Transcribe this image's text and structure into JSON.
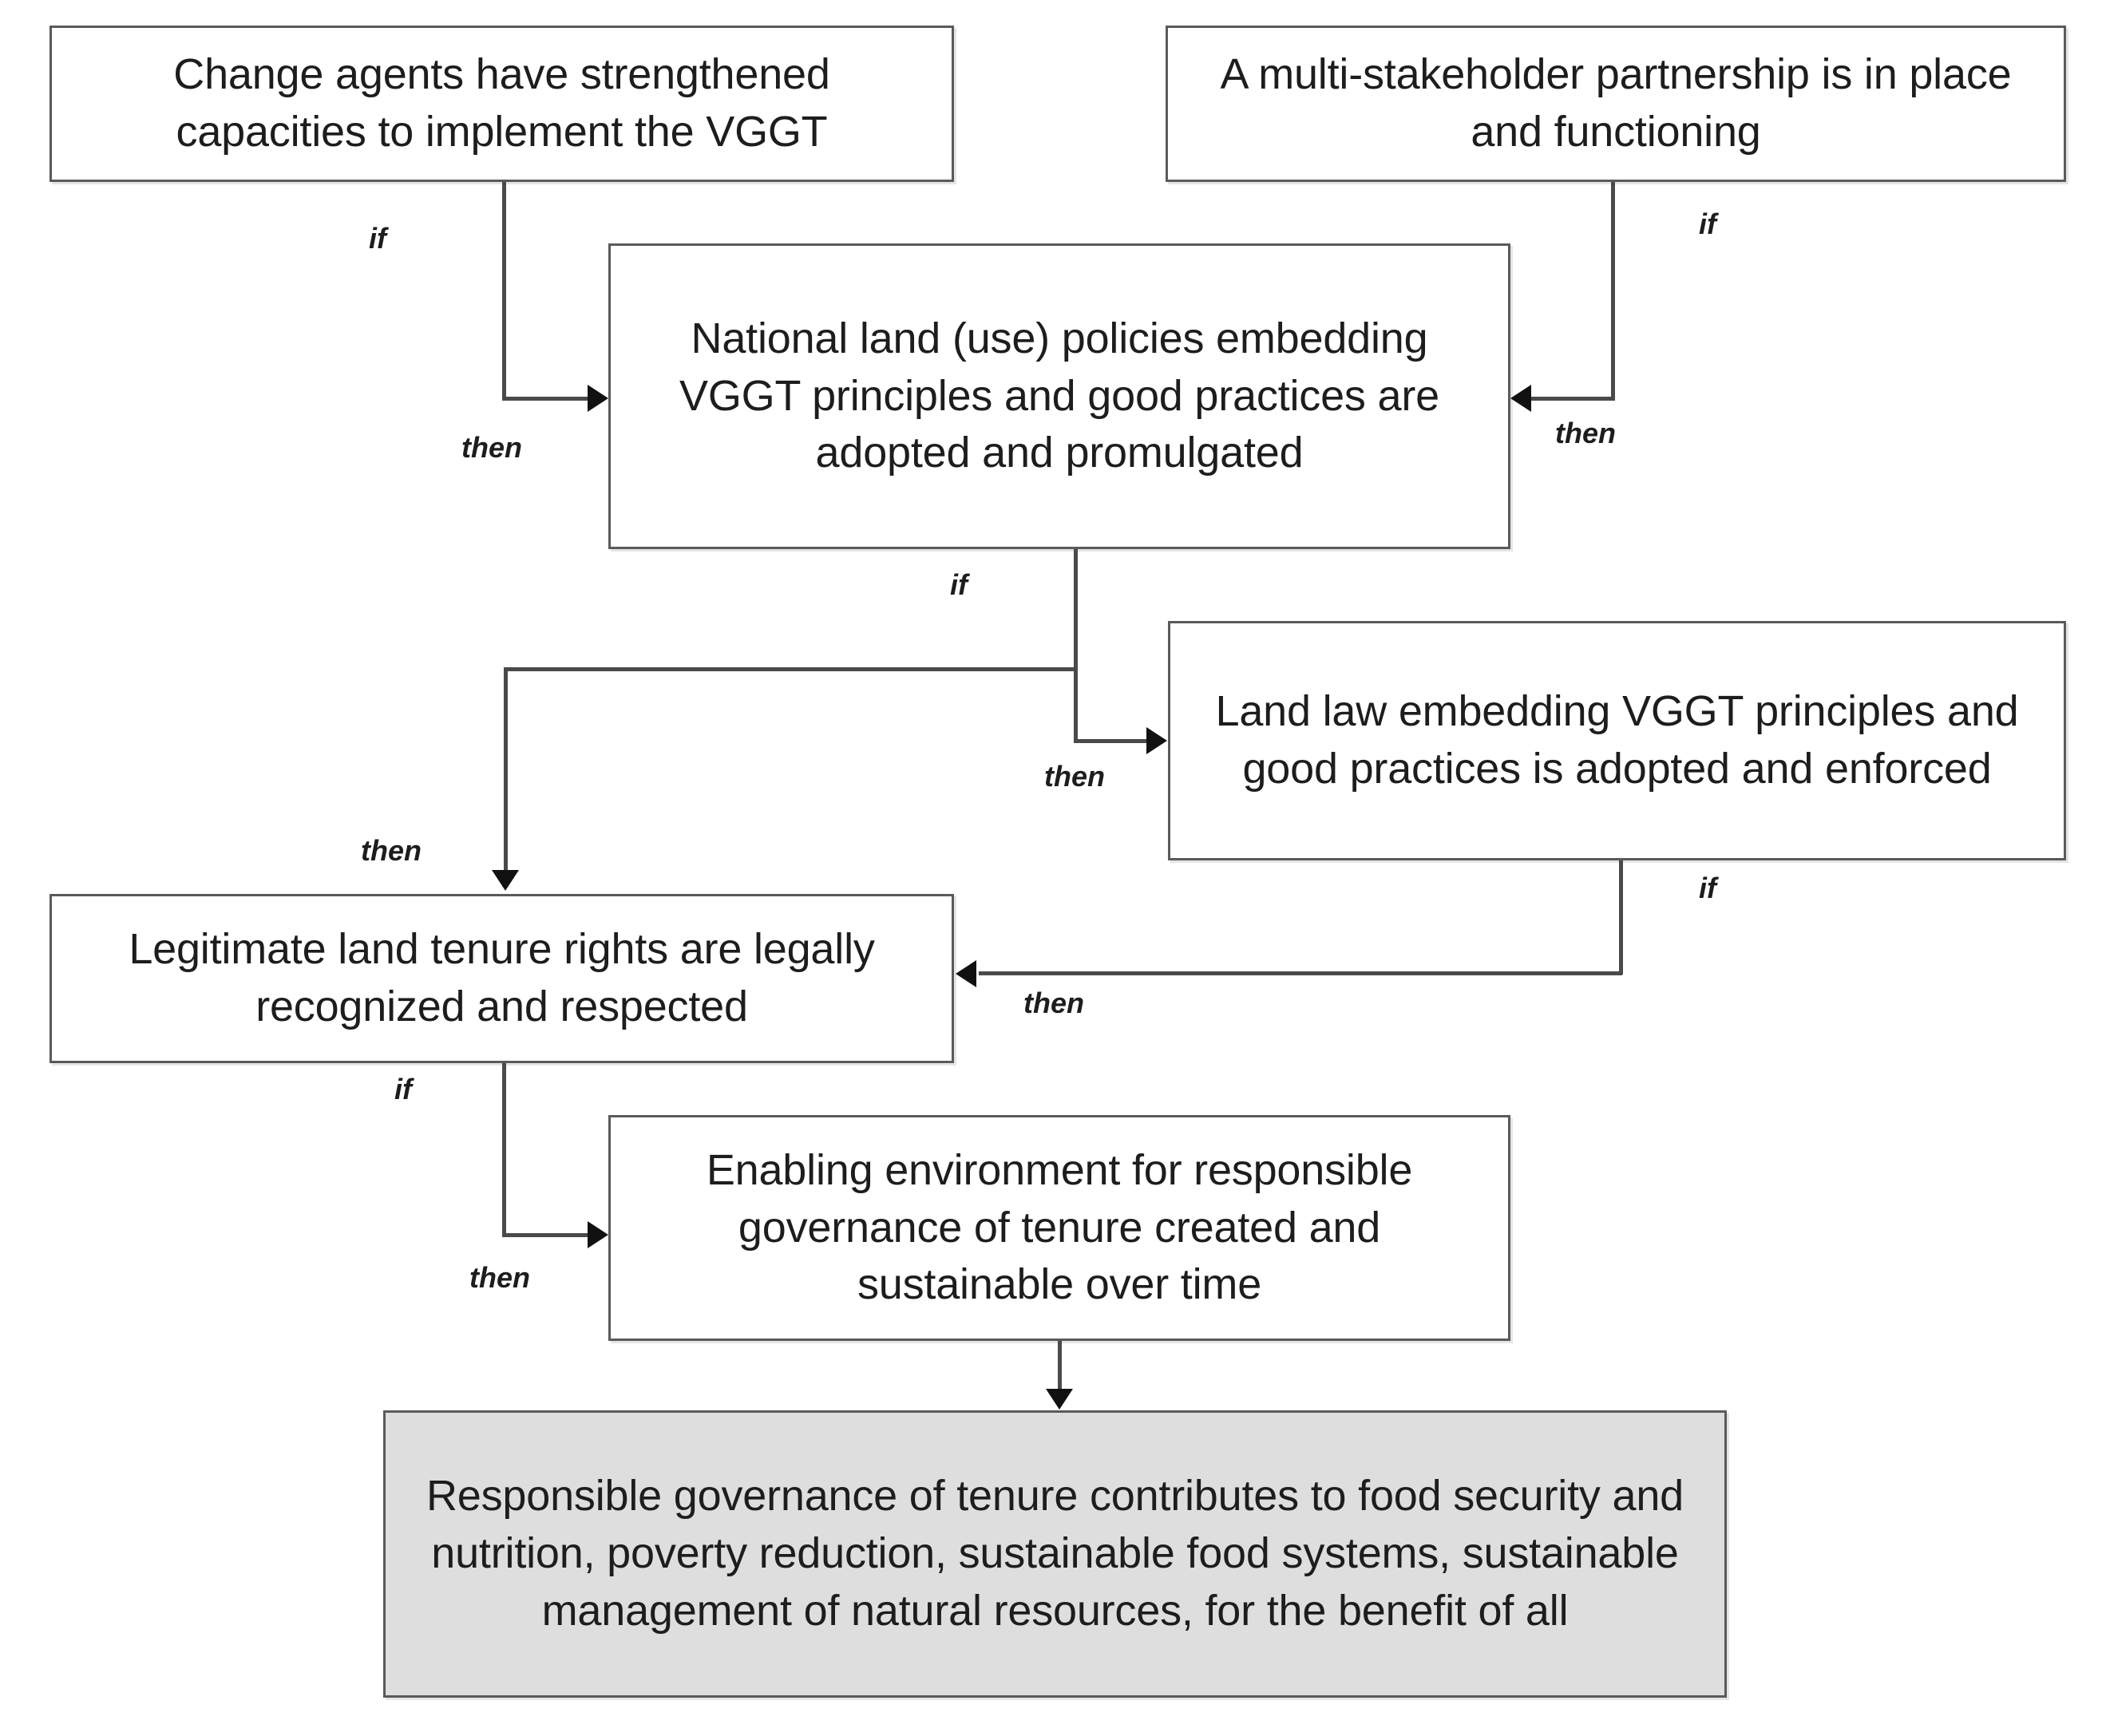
{
  "diagram": {
    "title": "VGGT theory of change flowchart",
    "box_border_color": "#5a5a5a",
    "connector_color": "#4a4a4a",
    "arrow_color": "#111111",
    "goal_fill_color": "#dedede",
    "box_fill_color": "#ffffff",
    "nodes": [
      {
        "id": "change-agents",
        "text": "Change agents have strengthened capacities to implement the VGGT"
      },
      {
        "id": "partnership",
        "text": "A multi-stakeholder partnership is in place and functioning"
      },
      {
        "id": "national-policies",
        "text": "National land (use) policies embedding VGGT principles and good practices are adopted and promulgated"
      },
      {
        "id": "land-law",
        "text": "Land law embedding VGGT principles and good practices is adopted and enforced"
      },
      {
        "id": "tenure-rights",
        "text": "Legitimate land tenure rights are legally recognized and respected"
      },
      {
        "id": "enabling-environment",
        "text": "Enabling environment for responsible governance of tenure created and sustainable over time"
      },
      {
        "id": "goal",
        "text": "Responsible governance of tenure contributes to food security and nutrition, poverty reduction, sustainable food systems, sustainable management of natural resources, for the benefit of all"
      }
    ],
    "edge_labels": {
      "if_1": "if",
      "then_1": "then",
      "if_2": "if",
      "then_2": "then",
      "if_3": "if",
      "then_3": "then",
      "then_4": "then",
      "if_4": "if",
      "then_5": "then",
      "if_5": "if",
      "then_6": "then"
    }
  }
}
